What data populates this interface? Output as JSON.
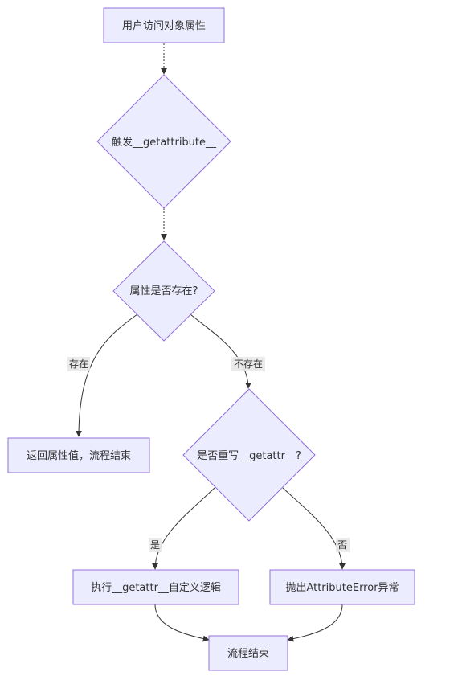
{
  "nodes": {
    "start": "用户访问对象属性",
    "trigger": "触发__getattribute__",
    "exists_check": "属性是否存在?",
    "return_value": "返回属性值，流程结束",
    "override_check": "是否重写__getattr__?",
    "run_getattr": "执行__getattr__自定义逻辑",
    "raise_error": "抛出AttributeError异常",
    "end": "流程结束"
  },
  "edge_labels": {
    "exists": "存在",
    "not_exists": "不存在",
    "yes": "是",
    "no": "否"
  },
  "colors": {
    "node_fill": "#ECECFF",
    "node_stroke": "#9370DB",
    "edge": "#333333",
    "label_bg": "#e8e8e8"
  }
}
